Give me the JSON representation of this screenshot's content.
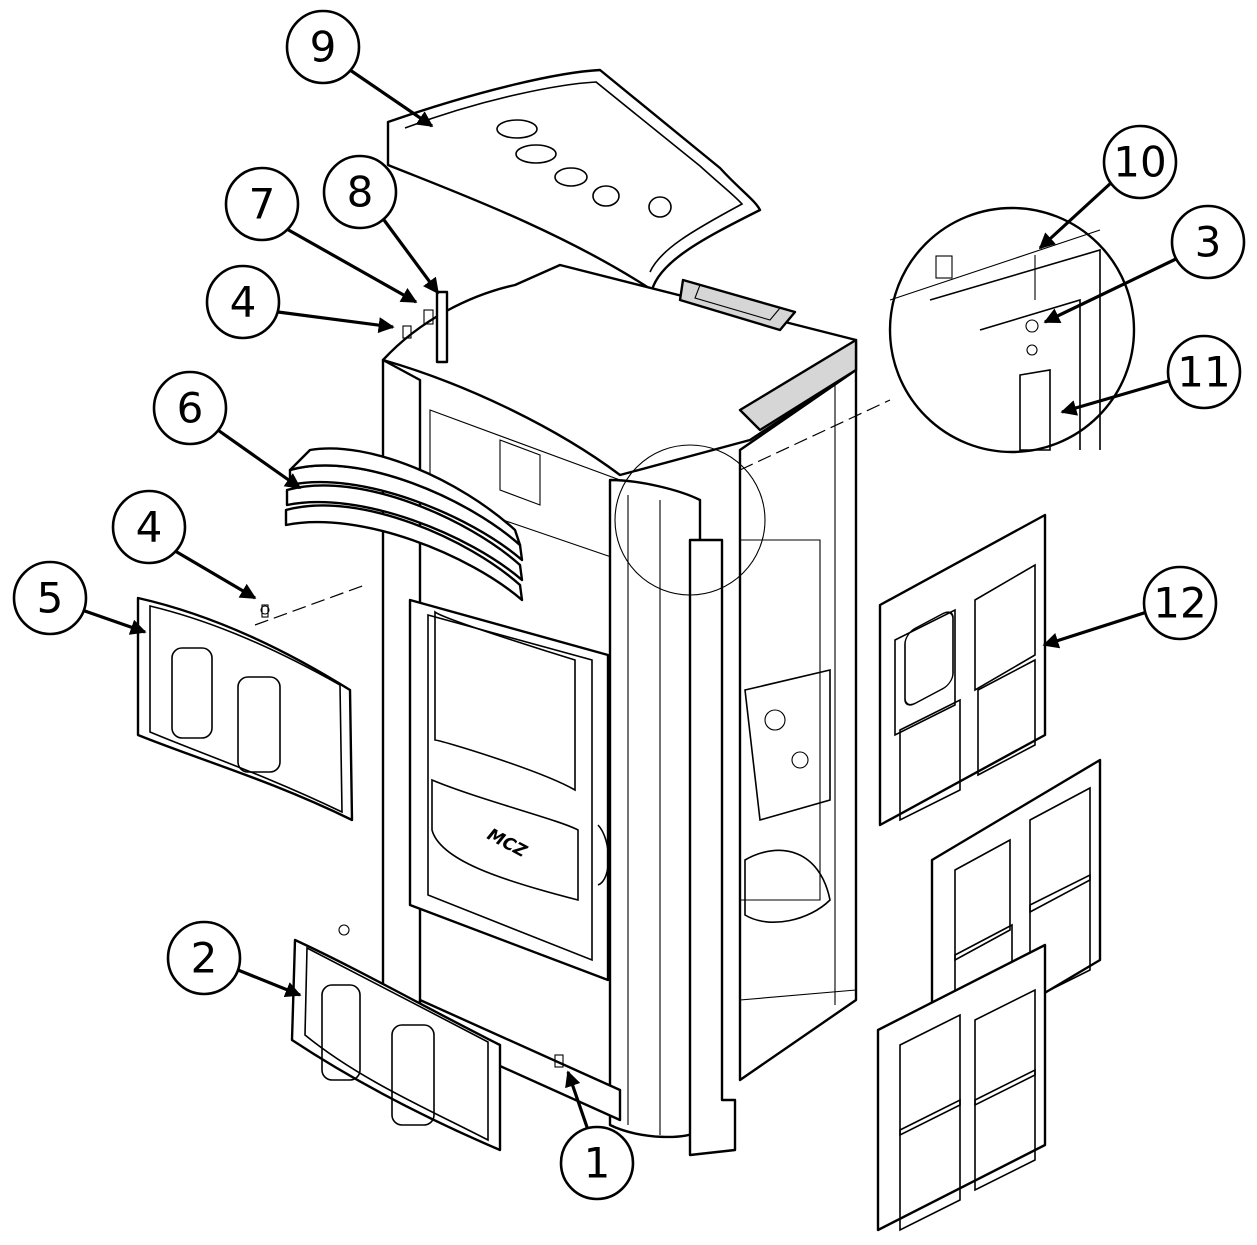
{
  "diagram": {
    "brand_logo": "MCZ",
    "callouts": [
      {
        "id": "c1",
        "label": "1"
      },
      {
        "id": "c2",
        "label": "2"
      },
      {
        "id": "c3",
        "label": "3"
      },
      {
        "id": "c4a",
        "label": "4"
      },
      {
        "id": "c4b",
        "label": "4"
      },
      {
        "id": "c5",
        "label": "5"
      },
      {
        "id": "c6",
        "label": "6"
      },
      {
        "id": "c7",
        "label": "7"
      },
      {
        "id": "c8",
        "label": "8"
      },
      {
        "id": "c9",
        "label": "9"
      },
      {
        "id": "c10",
        "label": "10"
      },
      {
        "id": "c11",
        "label": "11"
      },
      {
        "id": "c12",
        "label": "12"
      }
    ]
  }
}
